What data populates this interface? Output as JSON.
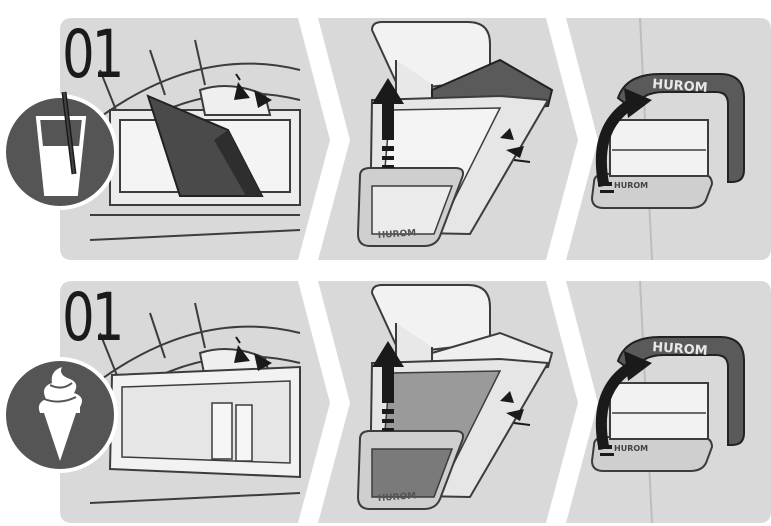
{
  "steps": [
    {
      "number": "01",
      "mode_icon": "drink-cup-icon",
      "brand_label": "HUROM"
    },
    {
      "number": "01",
      "mode_icon": "ice-cream-cone-icon",
      "brand_label": "HUROM"
    }
  ]
}
